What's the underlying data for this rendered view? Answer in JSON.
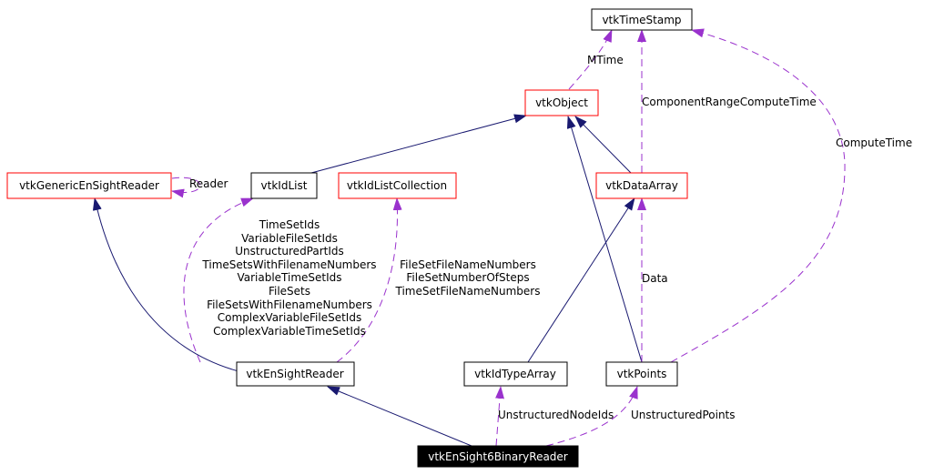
{
  "nodes": {
    "vtkTimeStamp": "vtkTimeStamp",
    "vtkObject": "vtkObject",
    "vtkGenericEnSightReader": "vtkGenericEnSightReader",
    "vtkIdList": "vtkIdList",
    "vtkIdListCollection": "vtkIdListCollection",
    "vtkDataArray": "vtkDataArray",
    "vtkEnSightReader": "vtkEnSightReader",
    "vtkIdTypeArray": "vtkIdTypeArray",
    "vtkPoints": "vtkPoints",
    "vtkEnSight6BinaryReader": "vtkEnSight6BinaryReader"
  },
  "edge_labels": {
    "mtime": "MTime",
    "component_range_compute_time": "ComponentRangeComputeTime",
    "compute_time": "ComputeTime",
    "reader": "Reader",
    "data": "Data",
    "unstructured_node_ids": "UnstructuredNodeIds",
    "unstructured_points": "UnstructuredPoints",
    "idlist_members": [
      "TimeSetIds",
      "VariableFileSetIds",
      "UnstructuredPartIds",
      "TimeSetsWithFilenameNumbers",
      "VariableTimeSetIds",
      "FileSets",
      "FileSetsWithFilenameNumbers",
      "ComplexVariableFileSetIds",
      "ComplexVariableTimeSetIds"
    ],
    "collection_members": [
      "FileSetFileNameNumbers",
      "FileSetNumberOfSteps",
      "TimeSetFileNameNumbers"
    ]
  },
  "colors": {
    "inheritance": "#191970",
    "usage": "#9a32cd",
    "documented_border": "#000000",
    "undocumented_border": "#ff0000",
    "highlight_fill": "#000000",
    "highlight_text": "#ffffff"
  }
}
